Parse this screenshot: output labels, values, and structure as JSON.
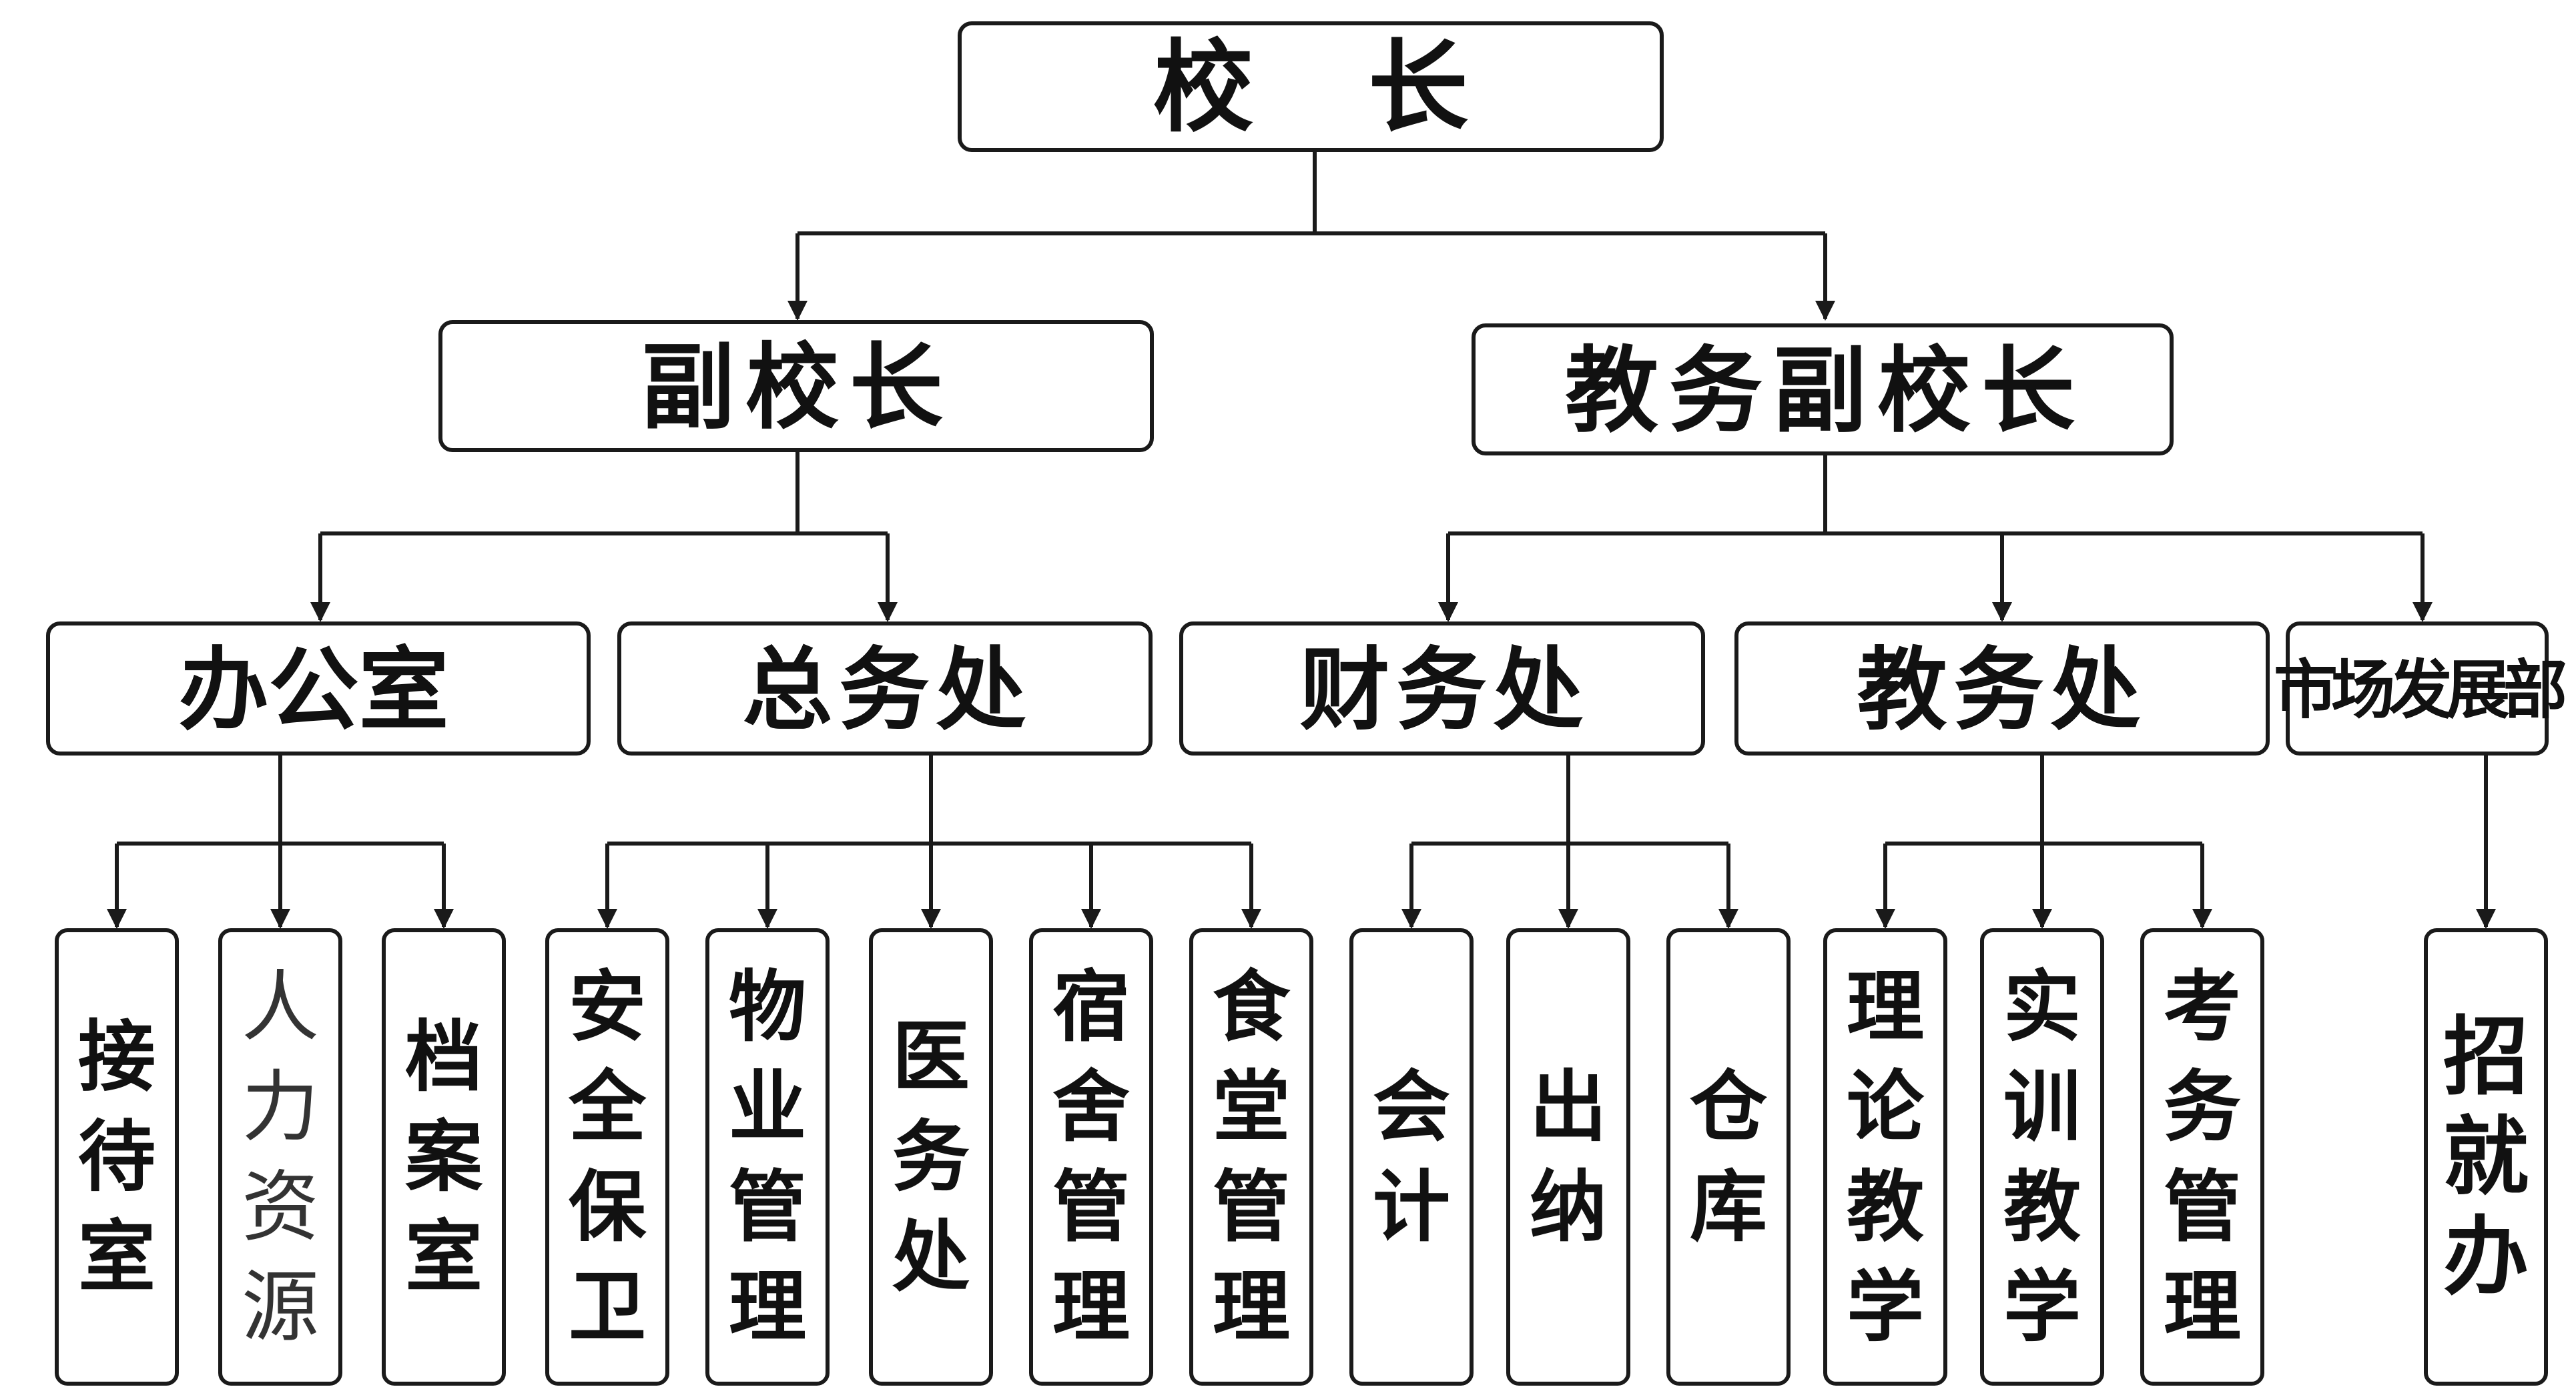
{
  "org": {
    "principal": "校 长",
    "vice_principal": "副校长",
    "academic_vice_principal": "教务副校长",
    "office": "办公室",
    "general_affairs": "总务处",
    "finance": "财务处",
    "academic_affairs": "教务处",
    "market_dev": "市场发展部",
    "leaves": {
      "reception": "接待室",
      "hr": "人力资源",
      "archives": "档案室",
      "security": "安全保卫",
      "property": "物业管理",
      "medical": "医务处",
      "dorm": "宿舍管理",
      "canteen": "食堂管理",
      "accounting": "会计",
      "cashier": "出纳",
      "warehouse": "仓库",
      "theory": "理论教学",
      "practice": "实训教学",
      "exam": "考务管理",
      "enrollment": "招就办"
    }
  },
  "colors": {
    "line": "#1a1a1a",
    "box_fill": "#ffffff",
    "text": "#111111"
  }
}
